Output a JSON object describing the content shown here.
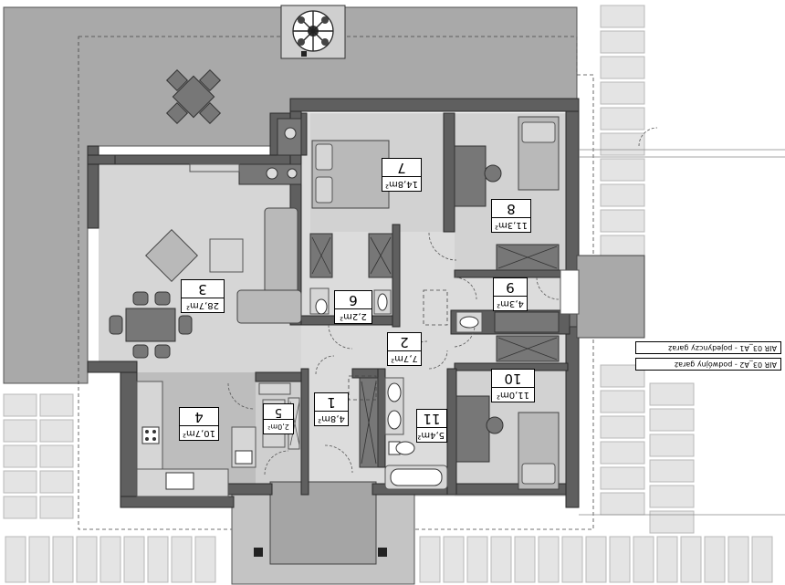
{
  "rooms": [
    {
      "number": "1",
      "area": "4,8m²"
    },
    {
      "number": "2",
      "area": "7,7m²"
    },
    {
      "number": "3",
      "area": "28,7m²"
    },
    {
      "number": "4",
      "area": "10,7m²"
    },
    {
      "number": "5",
      "area": "2,0m²"
    },
    {
      "number": "6",
      "area": "2,2m²"
    },
    {
      "number": "7",
      "area": "14,8m²"
    },
    {
      "number": "8",
      "area": "11,3m²"
    },
    {
      "number": "9",
      "area": "4,3m²"
    },
    {
      "number": "10",
      "area": "11,0m²"
    },
    {
      "number": "11",
      "area": "5,4m²"
    }
  ],
  "legend": [
    {
      "text": "AIR 03_A1 - pojedynczy garaż"
    },
    {
      "text": "AIR 03_A2 - podwójny garaż"
    }
  ],
  "colors": {
    "wall": "#5f5f5f",
    "terrace": "#a9a9a9",
    "floor_light": "#dcdcdc",
    "floor_mid": "#cfcfcf",
    "kitchen_floor": "#bdbdbd",
    "paving": "#e4e4e4"
  },
  "icons": {
    "tree": "tree-icon",
    "garden_table": "garden-table-icon"
  }
}
